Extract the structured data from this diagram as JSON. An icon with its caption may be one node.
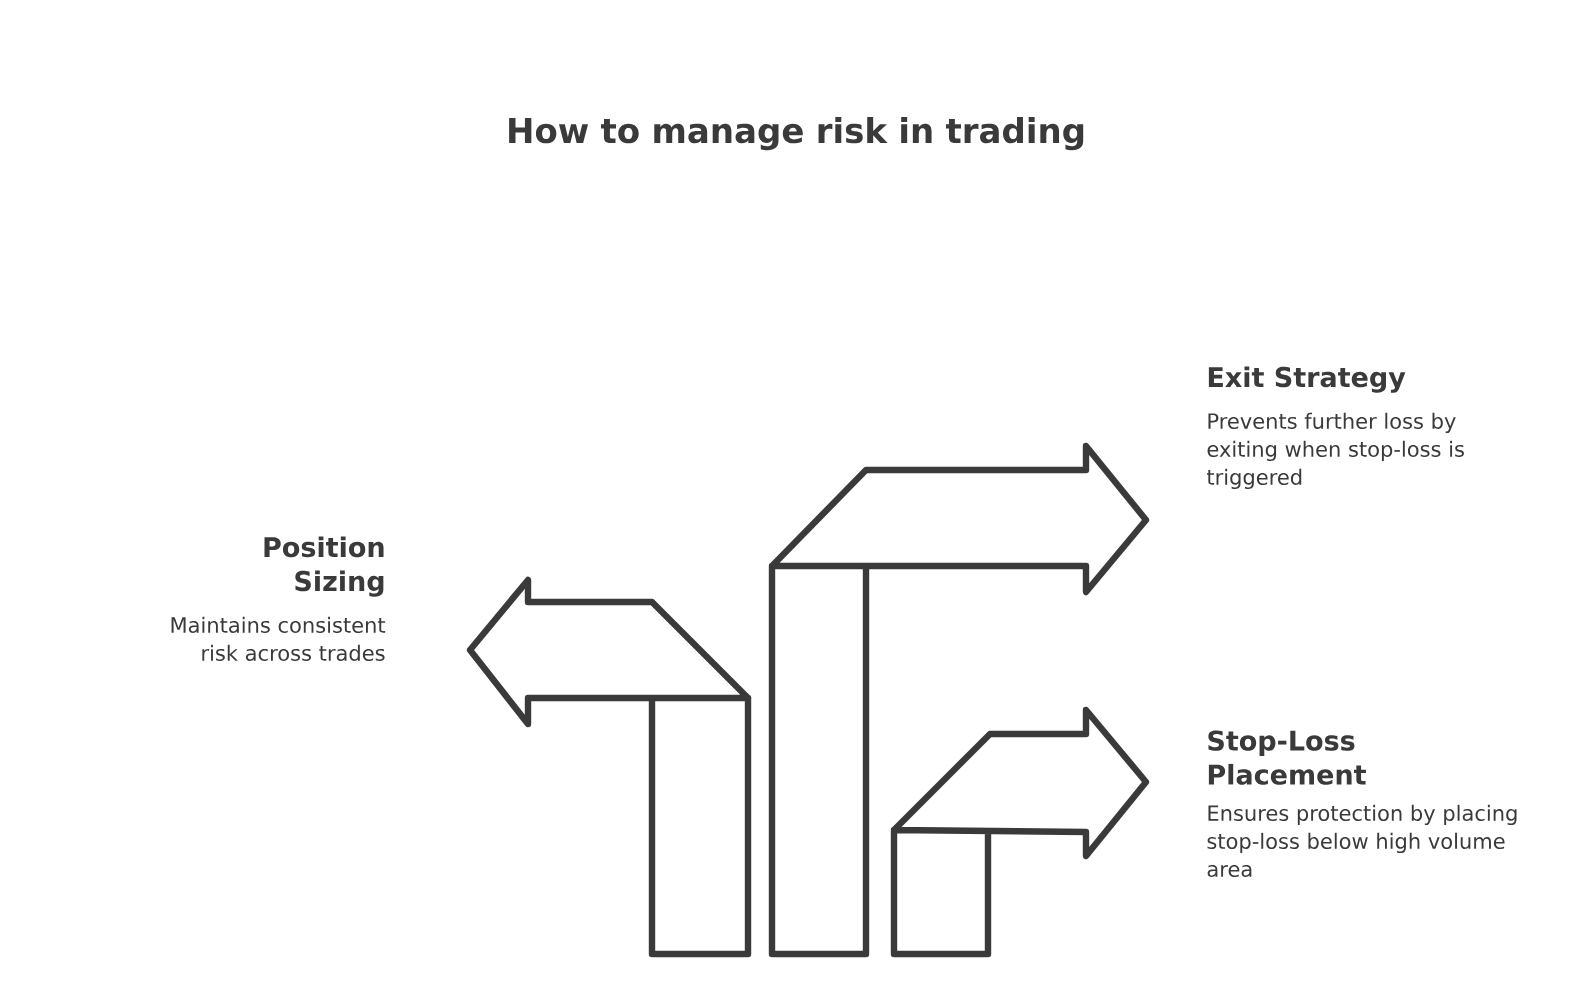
{
  "diagram": {
    "title": "How to manage risk in trading",
    "nodes": [
      {
        "text": [
          "Position Sizing",
          "Maintains consistent risk across trades"
        ]
      },
      {
        "text": [
          "Exit Strategy",
          "Prevents further loss by exiting when stop-loss is triggered"
        ]
      },
      {
        "text": [
          "Stop-Loss Placement",
          "Ensures protection by placing stop-loss below high volume area"
        ]
      }
    ]
  }
}
